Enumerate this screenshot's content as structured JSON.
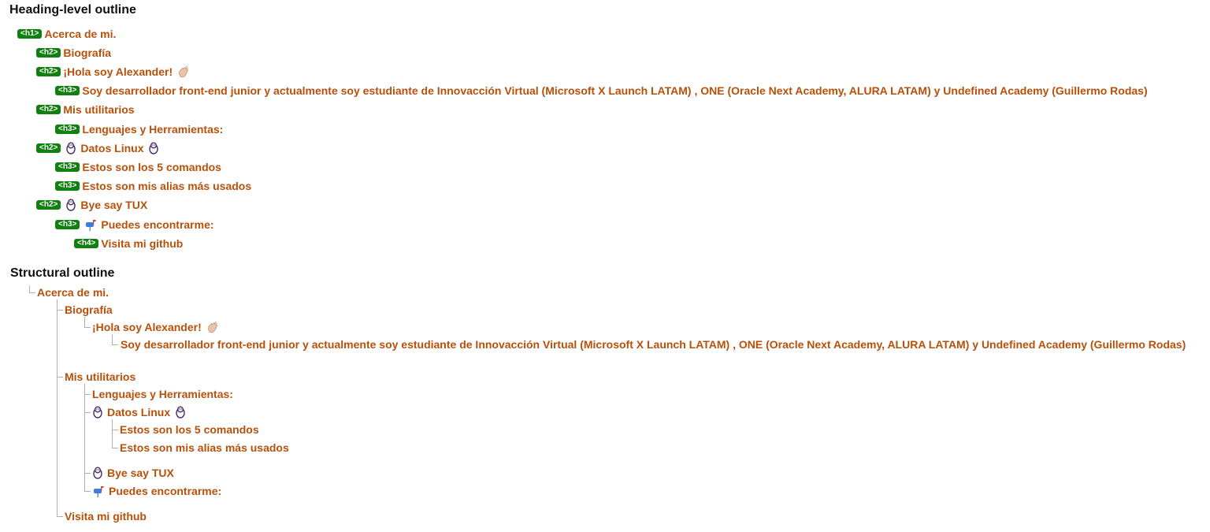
{
  "heading_outline": {
    "title": "Heading-level outline",
    "items": [
      {
        "tag": "<h1>",
        "text": "Acerca de mi."
      },
      {
        "tag": "<h2>",
        "text": "Biografía"
      },
      {
        "tag": "<h2>",
        "text": "¡Hola soy Alexander!"
      },
      {
        "tag": "<h3>",
        "text": "Soy desarrollador front-end junior y actualmente soy estudiante de Innovacción Virtual (Microsoft X Launch LATAM) , ONE (Oracle Next Academy, ALURA LATAM) y Undefined Academy (Guillermo Rodas)"
      },
      {
        "tag": "<h2>",
        "text": "Mis utilitarios"
      },
      {
        "tag": "<h3>",
        "text": "Lenguajes y Herramientas:"
      },
      {
        "tag": "<h2>",
        "text": "Datos Linux"
      },
      {
        "tag": "<h3>",
        "text": "Estos son los 5 comandos"
      },
      {
        "tag": "<h3>",
        "text": "Estos son mis alias más usados"
      },
      {
        "tag": "<h2>",
        "text": "Bye say TUX"
      },
      {
        "tag": "<h3>",
        "text": "Puedes encontrarme:"
      },
      {
        "tag": "<h4>",
        "text": "Visita mi github"
      }
    ]
  },
  "structural_outline": {
    "title": "Structural outline",
    "items": [
      {
        "text": "Acerca de mi."
      },
      {
        "text": "Biografía"
      },
      {
        "text": "¡Hola soy Alexander!"
      },
      {
        "text": "Soy desarrollador front-end junior y actualmente soy estudiante de Innovacción Virtual (Microsoft X Launch LATAM) , ONE (Oracle Next Academy, ALURA LATAM) y Undefined Academy (Guillermo Rodas)"
      },
      {
        "text": "Mis utilitarios"
      },
      {
        "text": "Lenguajes y Herramientas:"
      },
      {
        "text": "Datos Linux"
      },
      {
        "text": "Estos son los 5 comandos"
      },
      {
        "text": "Estos son mis alias más usados"
      },
      {
        "text": "Bye say TUX"
      },
      {
        "text": "Puedes encontrarme:"
      },
      {
        "text": "Visita mi github"
      }
    ]
  },
  "icons": {
    "wave": "waving-hand-icon",
    "penguin": "penguin-icon",
    "mailbox": "mailbox-icon"
  },
  "colors": {
    "link": "#b8500a",
    "tag_bg": "#108010",
    "tag_text": "#ffffff",
    "tree_line": "#b0b0b0"
  }
}
